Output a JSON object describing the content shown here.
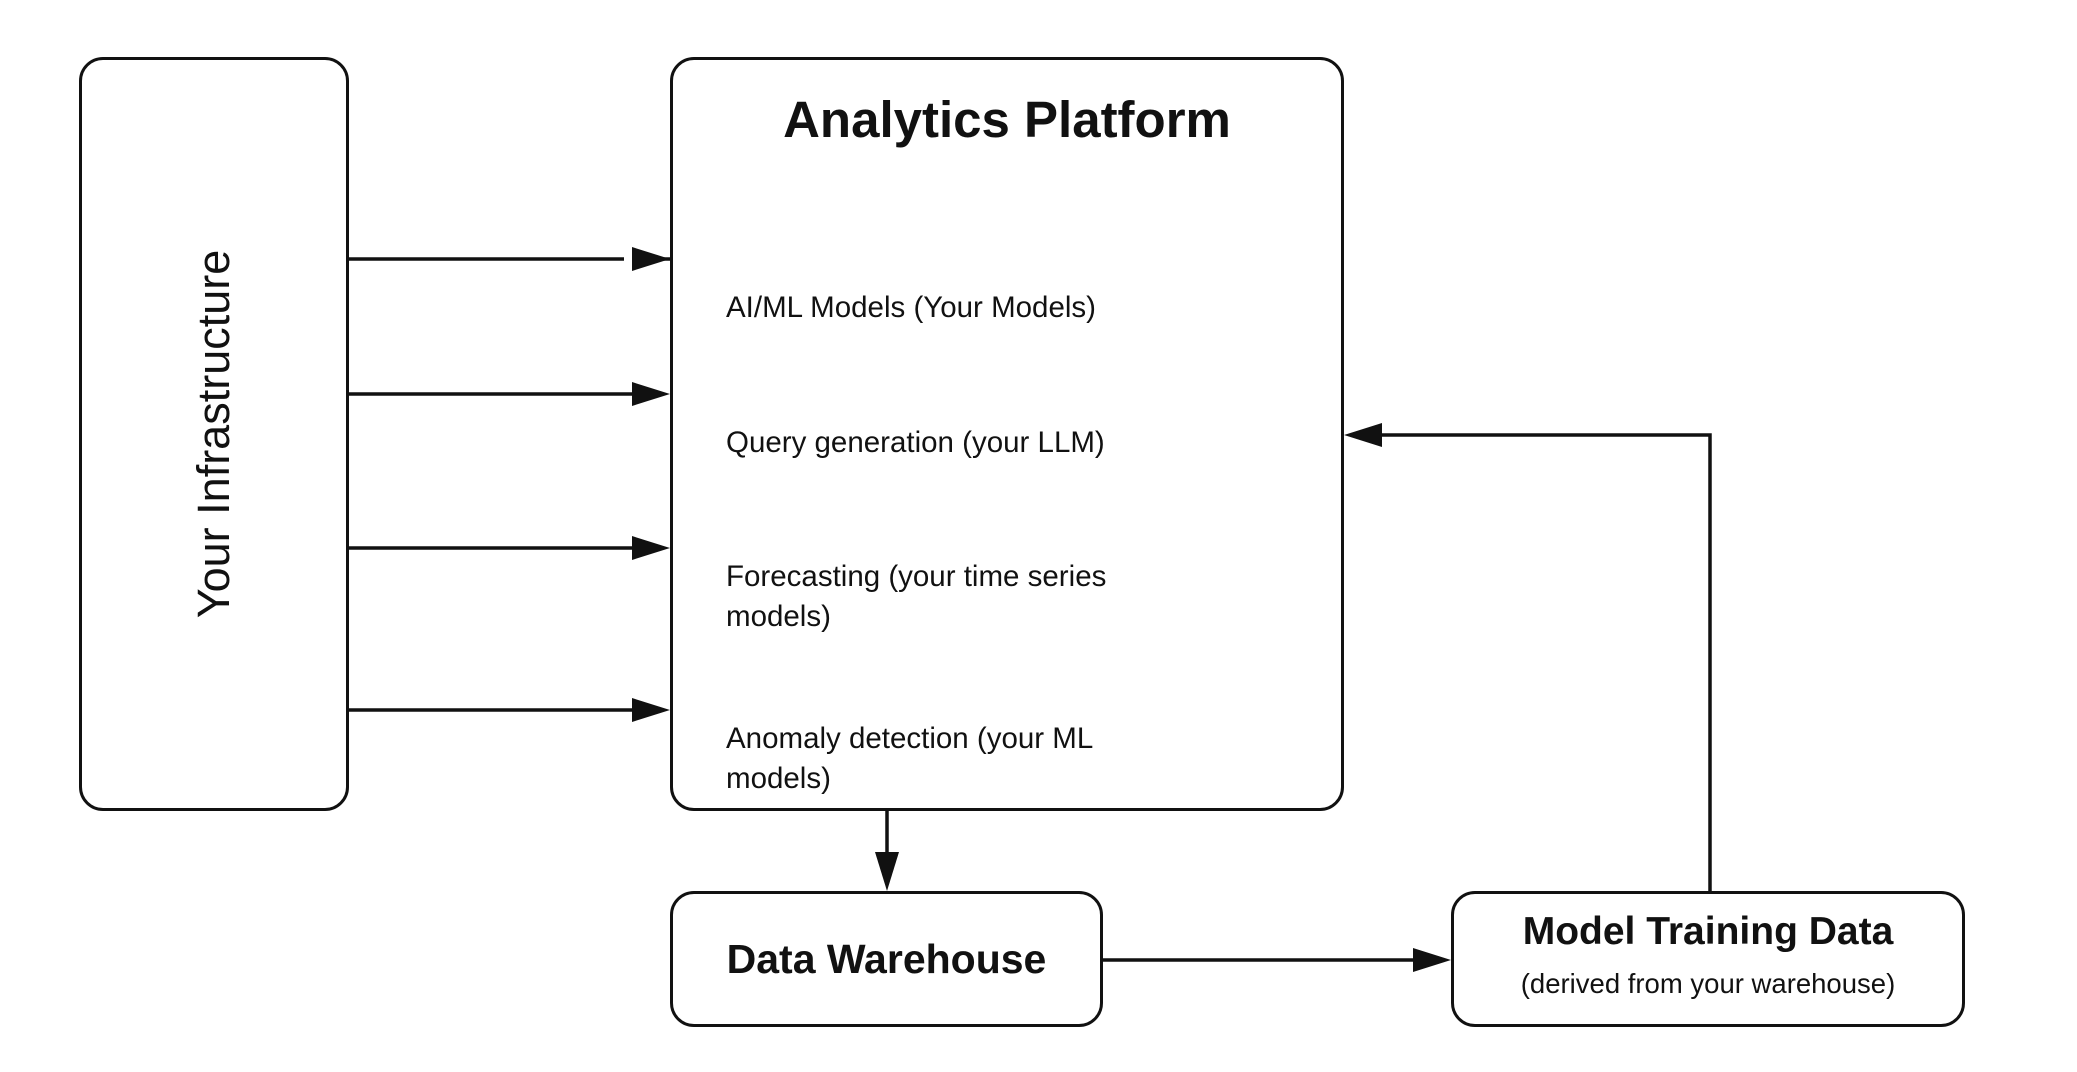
{
  "infrastructure": {
    "label": "Your Infrastructure"
  },
  "platform": {
    "title": "Analytics Platform",
    "items": [
      {
        "label": "AI/ML Models (Your Models)"
      },
      {
        "label": "Query generation (your LLM)"
      },
      {
        "label": "Forecasting (your time series models)"
      },
      {
        "label": "Anomaly detection (your ML models)"
      }
    ]
  },
  "warehouse": {
    "label": "Data Warehouse"
  },
  "training": {
    "title": "Model Training Data",
    "subtitle": "(derived from your warehouse)"
  },
  "colors": {
    "stroke": "#111111",
    "background": "#ffffff"
  }
}
